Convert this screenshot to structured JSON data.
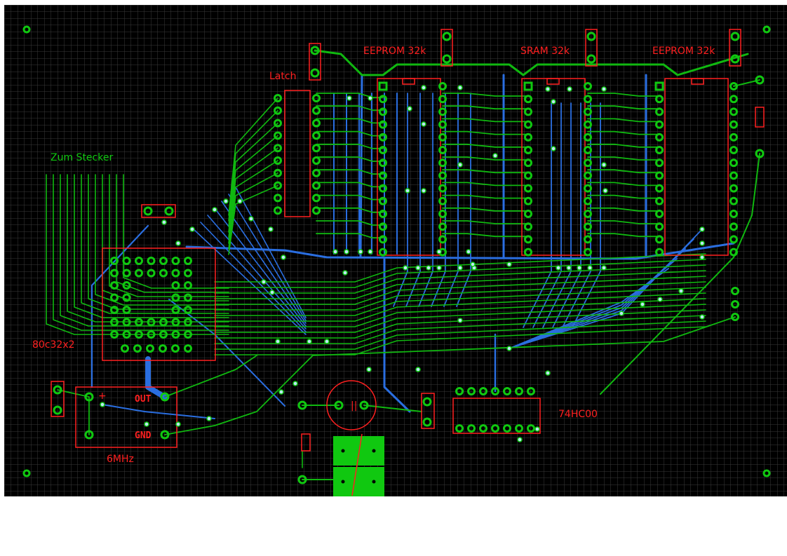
{
  "board": {
    "background": "#000000",
    "grid_color": "#3a3a3a",
    "trace_top_color": "#10b810",
    "trace_bottom_color": "#2a6ee0",
    "silkscreen_color": "#ff2020",
    "pad_color": "#10c810",
    "via_fill": "#bfe6ff"
  },
  "labels": {
    "eeprom1": "EEPROM 32k",
    "sram": "SRAM 32k",
    "eeprom2": "EEPROM 32k",
    "latch": "Latch",
    "connector": "Zum Stecker",
    "mcu": "80c32x2",
    "osc_freq": "6MHz",
    "osc_out": "OUT",
    "osc_gnd": "GND",
    "osc_plus": "+",
    "nand": "74HC00",
    "cap_mark": "||"
  }
}
